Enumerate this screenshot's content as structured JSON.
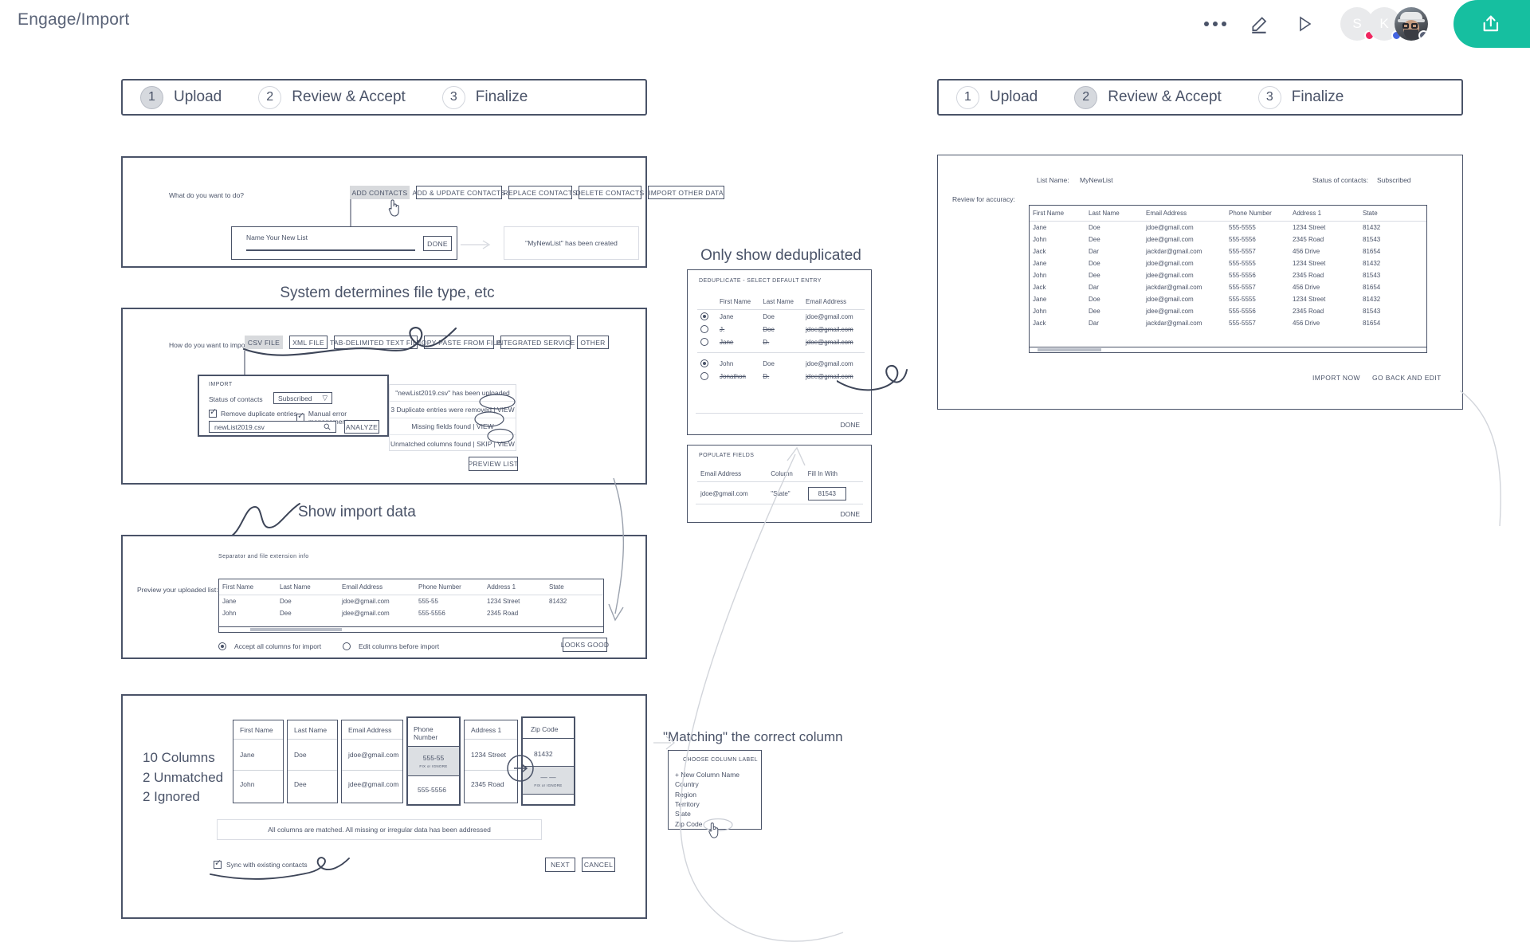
{
  "header": {
    "doc_title": "Engage/Import",
    "icons": [
      "more-options-icon",
      "edit-pencil-icon",
      "play-icon",
      "share-icon"
    ],
    "avatars": [
      {
        "initial": "S",
        "presence_color": "#f0255f"
      },
      {
        "initial": "K",
        "presence_color": "#4464e0"
      },
      {
        "initial": "",
        "presence_color": "#5a6277"
      }
    ],
    "share_color": "#16bfa0"
  },
  "stepper_left": {
    "steps": [
      {
        "num": "1",
        "label": "Upload",
        "active": true
      },
      {
        "num": "2",
        "label": "Review & Accept",
        "active": false
      },
      {
        "num": "3",
        "label": "Finalize",
        "active": false
      }
    ]
  },
  "stepper_right": {
    "steps": [
      {
        "num": "1",
        "label": "Upload",
        "active": false
      },
      {
        "num": "2",
        "label": "Review & Accept",
        "active": true
      },
      {
        "num": "3",
        "label": "Finalize",
        "active": false
      }
    ]
  },
  "panel1": {
    "question": "What do you want to do?",
    "options": [
      "ADD CONTACTS",
      "ADD & UPDATE CONTACTS",
      "REPLACE CONTACTS",
      "DELETE  CONTACTS",
      "IMPORT OTHER DATA"
    ],
    "selected_option": "ADD CONTACTS",
    "name_list_placeholder": "Name Your New List",
    "done_label": "DONE",
    "created_message": "\"MyNewList\" has been created"
  },
  "panel2_caption": "System determines file type, etc",
  "panel2": {
    "question": "How do you want to import?",
    "file_types": [
      "CSV FILE",
      "XML FILE",
      "TAB-DELIMITED TEXT FILE",
      "COPY PASTE FROM FILE",
      "INTEGRATED SERVICE",
      "OTHER"
    ],
    "selected_file_type": "CSV FILE",
    "import_card": {
      "title": "IMPORT",
      "status_label": "Status of contacts",
      "status_value": "Subscribed",
      "checkbox_1": "Remove duplicate entries",
      "checkbox_2": "Manual error management",
      "file_value": "newList2019.csv",
      "analyze_label": "ANALYZE"
    },
    "messages": [
      "\"newList2019.csv\" has been uploaded",
      "3 Duplicate entries were removed  | VIEW",
      "Missing fields found | VIEW",
      "Unmatched columns found | SKIP | VIEW"
    ],
    "preview_list_label": "PREVIEW LIST"
  },
  "dedupe_caption": "Only show deduplicated",
  "dedupe": {
    "title": "DEDUPLICATE - SELECT DEFAULT ENTRY",
    "columns": [
      "First Name",
      "Last Name",
      "Email Address"
    ],
    "groups": [
      {
        "rows": [
          {
            "selected": true,
            "struck": false,
            "cells": [
              "Jane",
              "Doe",
              "jdoe@gmail.com"
            ]
          },
          {
            "selected": false,
            "struck": true,
            "cells": [
              "J.",
              "Doe",
              "jdoe@gmail.com"
            ]
          },
          {
            "selected": false,
            "struck": true,
            "cells": [
              "Jane",
              "D.",
              "jdoe@gmail.com"
            ]
          }
        ]
      },
      {
        "rows": [
          {
            "selected": true,
            "struck": false,
            "cells": [
              "John",
              "Doe",
              "jdoe@gmail.com"
            ]
          },
          {
            "selected": false,
            "struck": true,
            "cells": [
              "Jonathon",
              "D.",
              "jdee@gmail.com"
            ]
          }
        ]
      }
    ],
    "done_label": "DONE"
  },
  "populate": {
    "title": "POPULATE FIELDS",
    "columns": [
      "Email Address",
      "Column",
      "Fill In With"
    ],
    "row": {
      "email": "jdoe@gmail.com",
      "column": "\"State\"",
      "fill_value": "81543"
    },
    "done_label": "DONE"
  },
  "panel3_caption": "Show import data",
  "panel3": {
    "separator_note": "Separator and file extension info",
    "preview_label": "Preview your uploaded list:",
    "columns": [
      "First Name",
      "Last Name",
      "Email Address",
      "Phone Number",
      "Address 1",
      "State"
    ],
    "rows": [
      [
        "Jane",
        "Doe",
        "jdoe@gmail.com",
        "555-55",
        "1234 Street",
        "81432"
      ],
      [
        "John",
        "Dee",
        "jdee@gmail.com",
        "555-5556",
        "2345 Road",
        ""
      ]
    ],
    "radio_1": "Accept all columns for import",
    "radio_2": "Edit columns before import",
    "selected_radio": 0,
    "looks_good_label": "LOOKS GOOD"
  },
  "panel4": {
    "stats": [
      "10 Columns",
      "2 Unmatched",
      "2 Ignored"
    ],
    "columns": [
      "First Name",
      "Last Name",
      "Email Address",
      "Phone Number",
      "Address 1",
      "Zip Code"
    ],
    "highlighted_columns": [
      "Phone Number",
      "Zip Code"
    ],
    "rows": [
      {
        "cells": [
          "Jane",
          "Doe",
          "jdoe@gmail.com",
          "555-55",
          "1234 Street",
          "81432"
        ],
        "flags": [
          false,
          false,
          false,
          true,
          false,
          false
        ],
        "flag_note": "FIX or IGNORE"
      },
      {
        "cells": [
          "John",
          "Dee",
          "jdee@gmail.com",
          "555-5556",
          "2345 Road",
          "— —"
        ],
        "flags": [
          false,
          false,
          false,
          false,
          false,
          true
        ],
        "flag_note": "FIX or IGNORE"
      }
    ],
    "status_banner": "All columns are matched. All missing or irregular data has been addressed",
    "sync_checkbox": "Sync with existing contacts",
    "next_label": "NEXT",
    "cancel_label": "CANCEL"
  },
  "matching": {
    "caption": "\"Matching\" the correct column",
    "title": "CHOOSE COLUMN LABEL",
    "options": [
      "+ New Column Name",
      "Country",
      "Region",
      "Territory",
      "State",
      "Zip Code"
    ],
    "hovered_option": "Zip Code"
  },
  "review": {
    "list_name_label": "List Name:",
    "list_name_value": "MyNewList",
    "status_label": "Status of contacts:",
    "status_value": "Subscribed",
    "review_label": "Review for accuracy:",
    "columns": [
      "First Name",
      "Last Name",
      "Email Address",
      "Phone Number",
      "Address 1",
      "State"
    ],
    "rows": [
      [
        "Jane",
        "Doe",
        "jdoe@gmail.com",
        "555-5555",
        "1234 Street",
        "81432"
      ],
      [
        "John",
        "Dee",
        "jdee@gmail.com",
        "555-5556",
        "2345 Road",
        "81543"
      ],
      [
        "Jack",
        "Dar",
        "jackdar@gmail.com",
        "555-5557",
        "456 Drive",
        "81654"
      ],
      [
        "Jane",
        "Doe",
        "jdoe@gmail.com",
        "555-5555",
        "1234 Street",
        "81432"
      ],
      [
        "John",
        "Dee",
        "jdee@gmail.com",
        "555-5556",
        "2345 Road",
        "81543"
      ],
      [
        "Jack",
        "Dar",
        "jackdar@gmail.com",
        "555-5557",
        "456 Drive",
        "81654"
      ],
      [
        "Jane",
        "Doe",
        "jdoe@gmail.com",
        "555-5555",
        "1234 Street",
        "81432"
      ],
      [
        "John",
        "Dee",
        "jdee@gmail.com",
        "555-5556",
        "2345 Road",
        "81543"
      ],
      [
        "Jack",
        "Dar",
        "jackdar@gmail.com",
        "555-5557",
        "456 Drive",
        "81654"
      ]
    ],
    "import_now_label": "IMPORT NOW",
    "go_back_label": "GO BACK AND EDIT"
  }
}
